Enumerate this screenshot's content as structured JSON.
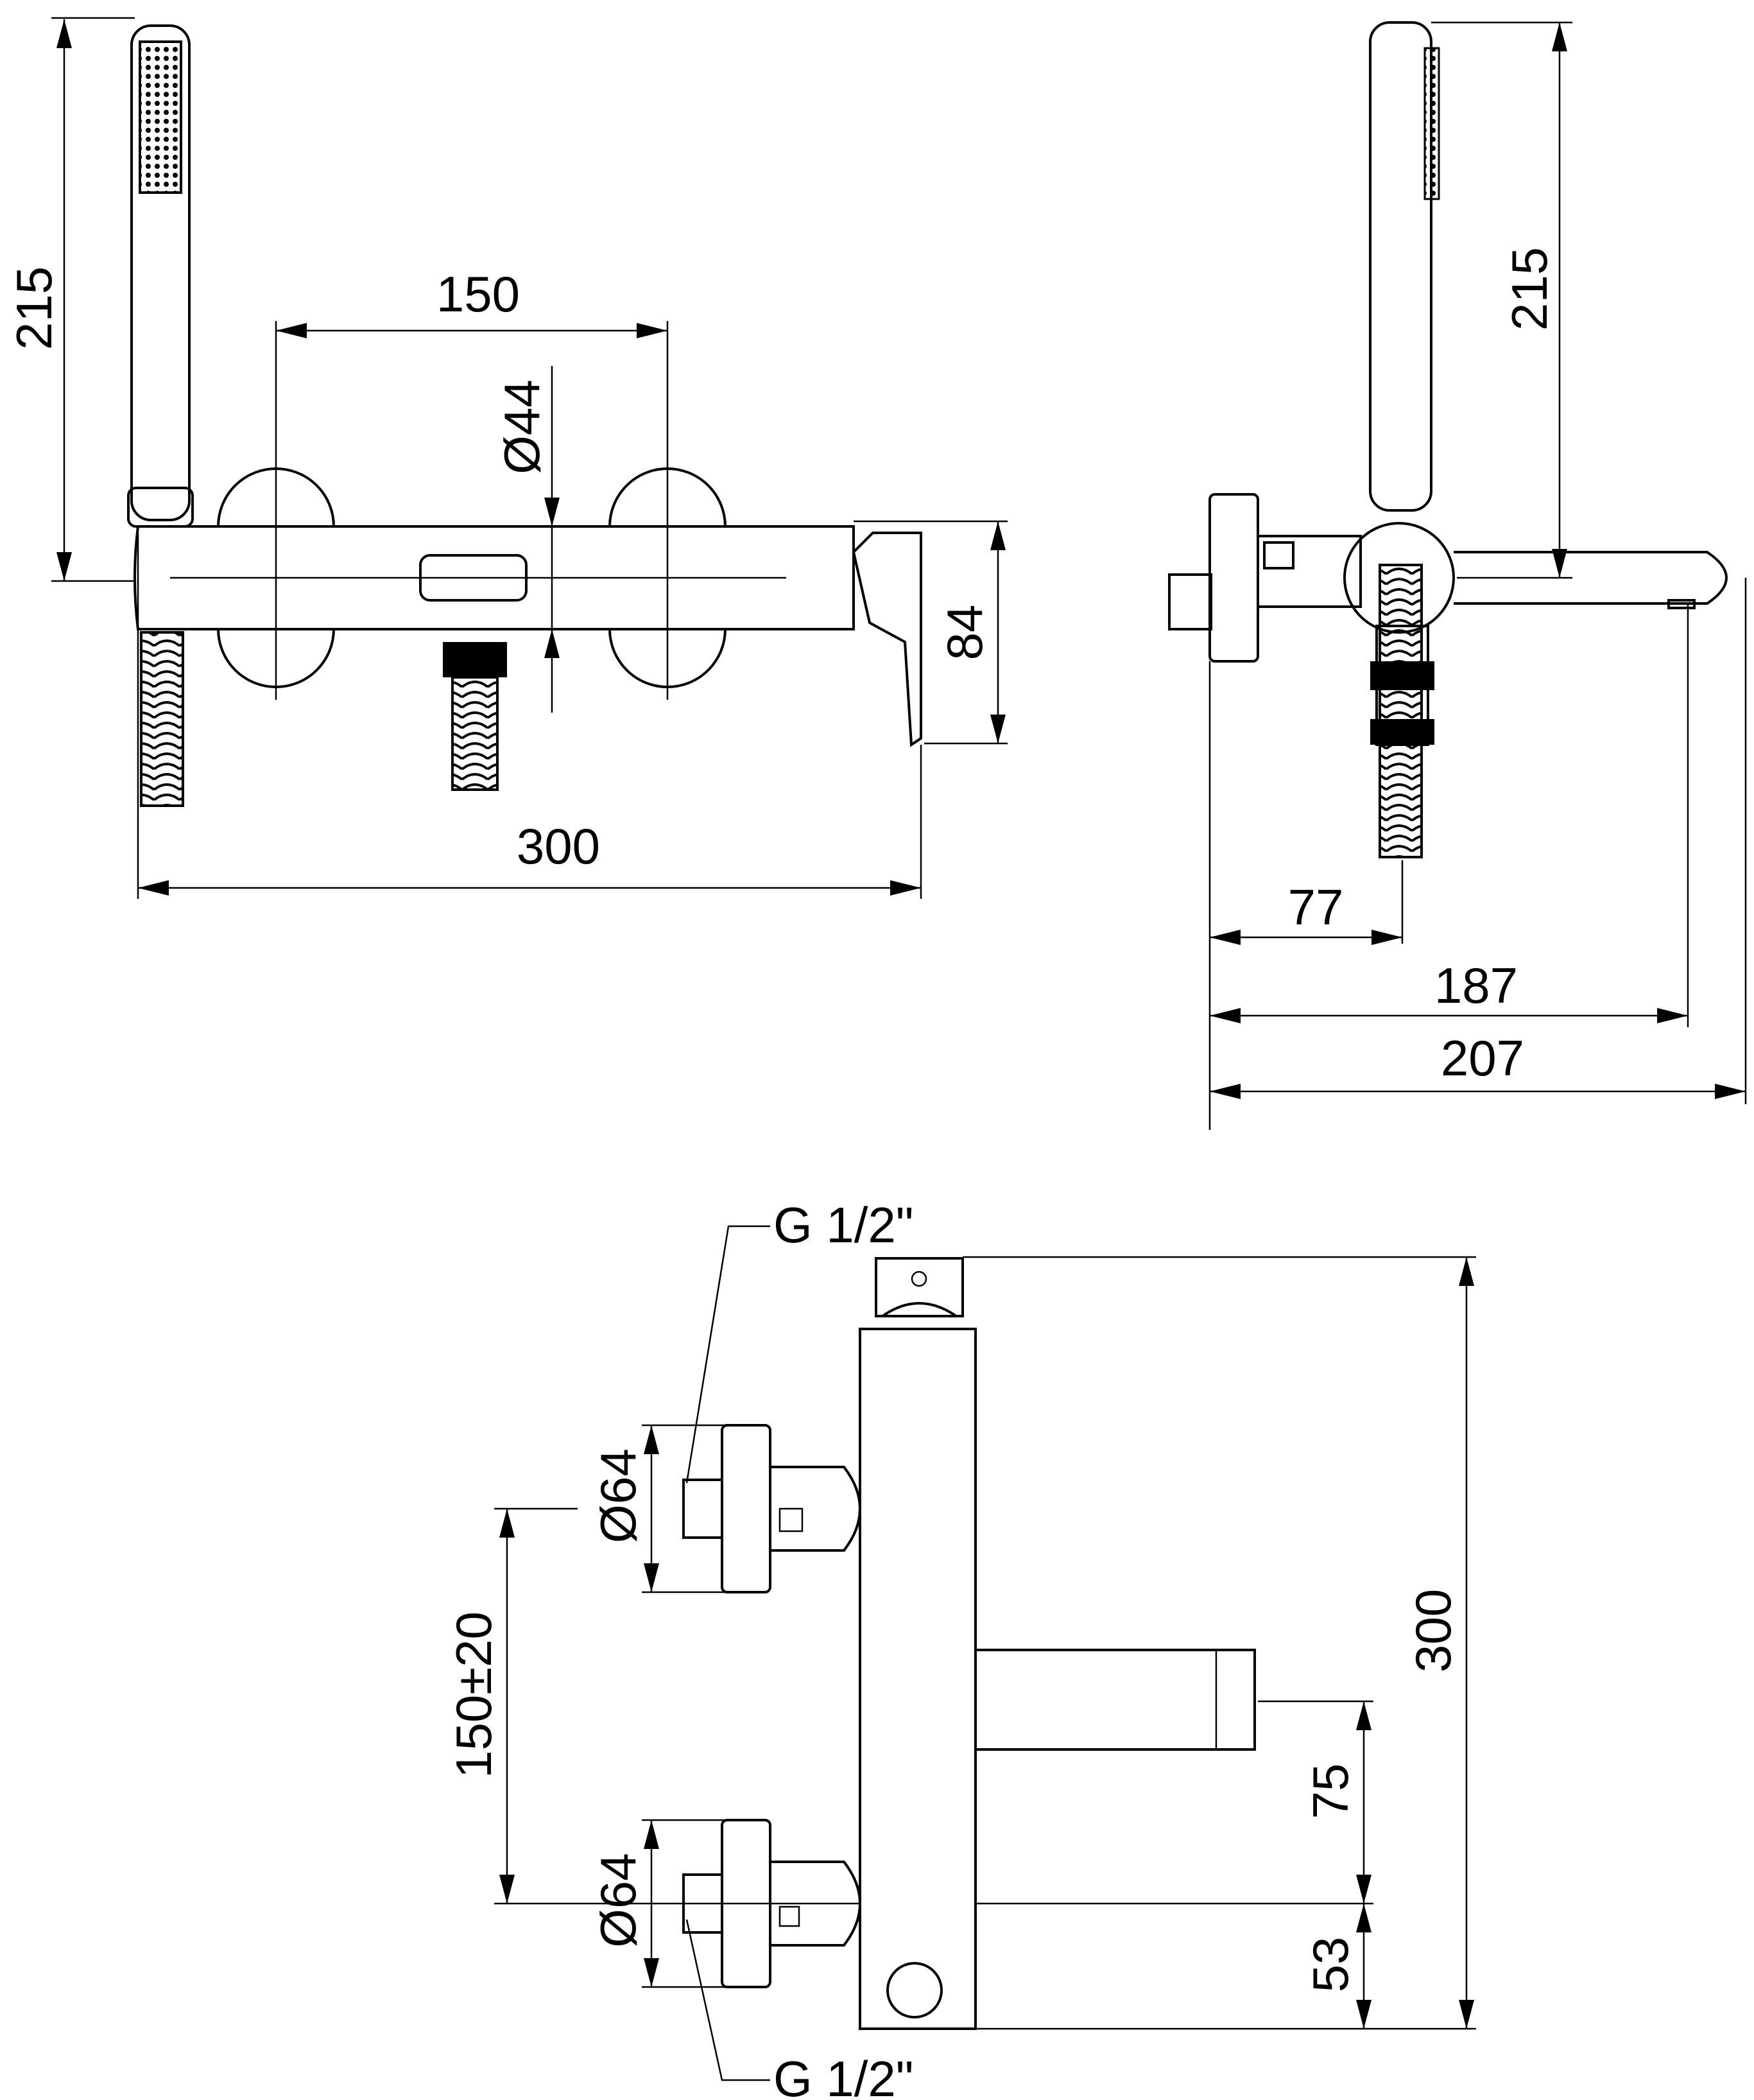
{
  "views": {
    "front": {
      "handshower_height": "215",
      "inlet_spacing": "150",
      "rosette_diameter": "Ø44",
      "body_height": "84",
      "overall_width": "300"
    },
    "side": {
      "handshower_height": "215",
      "hose_offset": "77",
      "spout_reach": "187",
      "overall_depth": "207"
    },
    "top": {
      "thread_top": "G 1/2\"",
      "thread_bottom": "G 1/2\"",
      "rosette_upper": "Ø64",
      "rosette_lower": "Ø64",
      "inlet_spacing": "150±20",
      "overall_length": "300",
      "spout_offset": "75",
      "inlet_offset": "53"
    }
  },
  "colors": {
    "line": "#000000",
    "background": "#ffffff"
  }
}
